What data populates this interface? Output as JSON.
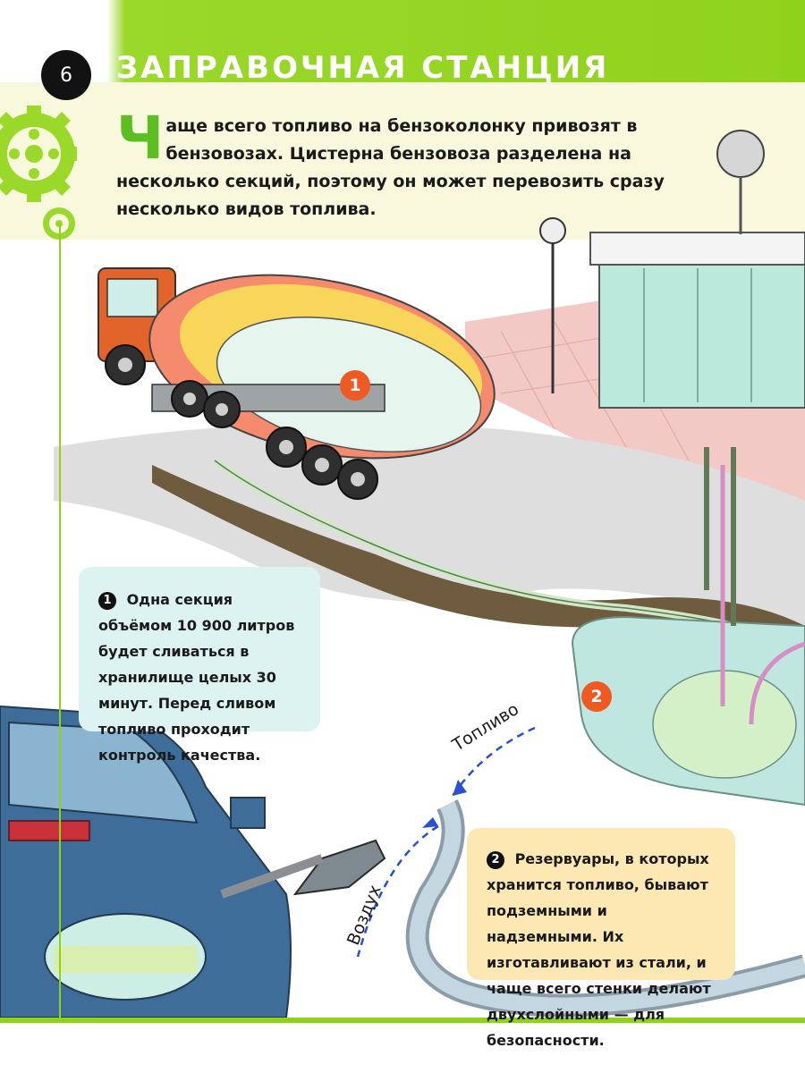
{
  "page": {
    "number": "6",
    "title": "ЗАПРАВОЧНАЯ СТАНЦИЯ",
    "intro_dropcap": "Ч",
    "intro_text": "аще всего топливо на бензоколонку привозят в бензовозах. Цистерна бензовоза разделена на несколько секций, поэтому он может перевозить сразу несколько видов топлива."
  },
  "markers": [
    {
      "label": "1"
    },
    {
      "label": "2"
    }
  ],
  "info_boxes": [
    {
      "number": "1",
      "text": "Одна секция объёмом 10 900 литров будет сливаться в хранилище целых 30 минут. Перед сливом топливо проходит контроль качества."
    },
    {
      "number": "2",
      "text": "Резервуары, в которых хранится топливо, бывают подземными и надземными. Их изготавливают из стали, и чаще всего стенки делают двухслойными — для безопасности."
    }
  ],
  "labels": {
    "fuel": "Топливо",
    "air": "Воздух"
  },
  "colors": {
    "accent_green": "#8fd21c",
    "marker_orange": "#ee5a22",
    "box1_bg": "#dcf3f0",
    "box2_bg": "#fde8b4"
  }
}
